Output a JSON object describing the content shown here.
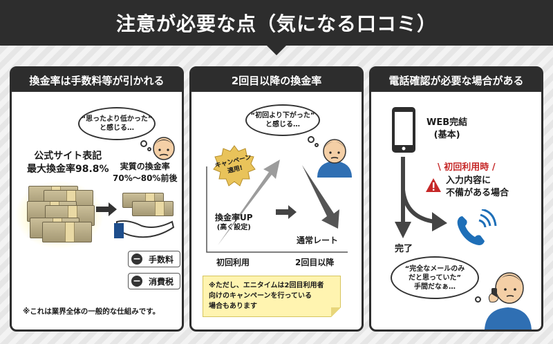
{
  "title": "注意が必要な点（気になる口コミ）",
  "panels": [
    {
      "header": "換金率は手数料等が引かれる",
      "bubble": [
        "“思ったより低かった”",
        "と感じる…"
      ],
      "official_label": [
        "公式サイト表記",
        "最大換金率98.8%"
      ],
      "actual_label": [
        "実質の換金率",
        "70%〜80%前後"
      ],
      "tags": [
        "手数料",
        "消費税"
      ],
      "footnote": "※これは業界全体の一般的な仕組みです。"
    },
    {
      "header": "2回目以降の換金率",
      "bubble": [
        "“初回より下がった”",
        "と感じる…"
      ],
      "campaign_badge": [
        "キャンペーン",
        "適用!"
      ],
      "up_label": [
        "換金率UP",
        "(高く設定)"
      ],
      "normal_label": "通常レート",
      "x_labels": [
        "初回利用",
        "2回目以降"
      ],
      "note": [
        "※ただし、エニタイムは2回目利用者",
        "向けのキャンペーンを行っている",
        "場合もあります"
      ]
    },
    {
      "header": "電話確認が必要な場合がある",
      "web_label": [
        "WEB完結",
        "(基本)"
      ],
      "first_time": "初回利用時",
      "incomplete": [
        "入力内容に",
        "不備がある場合"
      ],
      "done_label": "完了",
      "bubble": [
        "“完全なメールのみ",
        "だと思っていた”",
        "手間だなぁ…"
      ]
    }
  ],
  "colors": {
    "dark": "#2d2d2d",
    "accent_red": "#c62828",
    "phone_blue": "#1e6fb8",
    "note_yellow": "#fff4b0"
  }
}
